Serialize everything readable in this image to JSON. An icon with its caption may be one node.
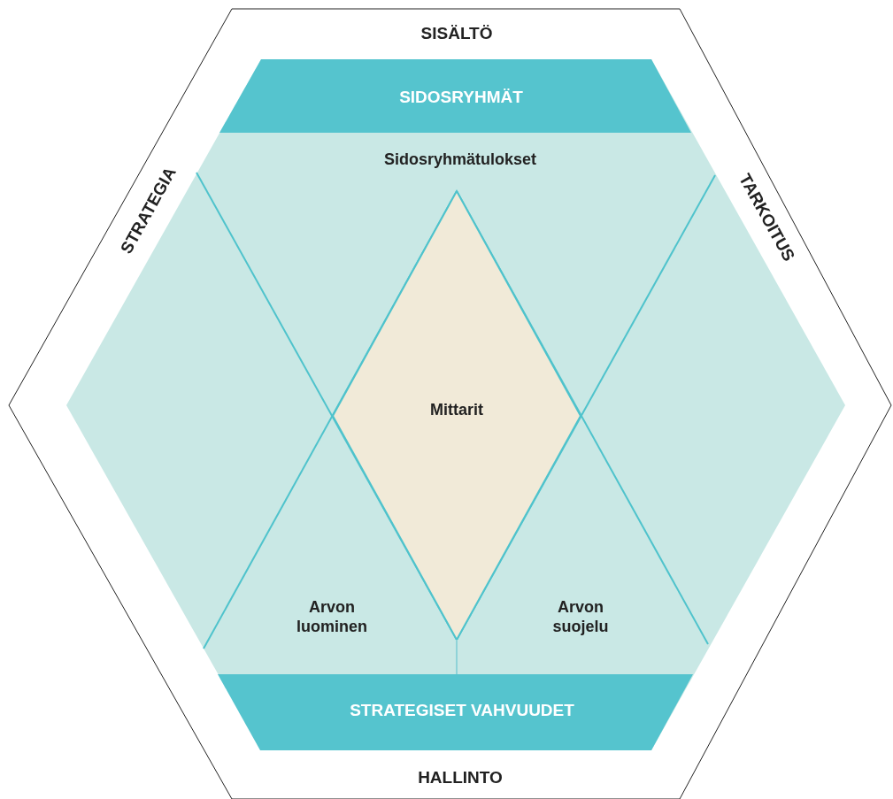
{
  "diagram": {
    "nodes": [
      {
        "text": [
          "SISÄLTÖ",
          "STRATEGIA",
          "TARKOITUS",
          "HALLINTO"
        ]
      },
      {
        "text": [
          "Sidosryhmätulokset"
        ],
        "in": 0
      },
      {
        "text": [
          "SIDOSRYHMÄT"
        ],
        "in": 1
      },
      {
        "text": [
          "Mittarit"
        ],
        "in": 1
      },
      {
        "text": [
          "Arvon luominen"
        ],
        "in": 1
      },
      {
        "text": [
          "Arvon suojelu"
        ],
        "in": 1
      },
      {
        "text": [
          "STRATEGISET VAHVUUDET"
        ],
        "in": 1
      }
    ],
    "edges": [
      {
        "from": 3,
        "to": 6,
        "arrow": "none"
      }
    ]
  }
}
